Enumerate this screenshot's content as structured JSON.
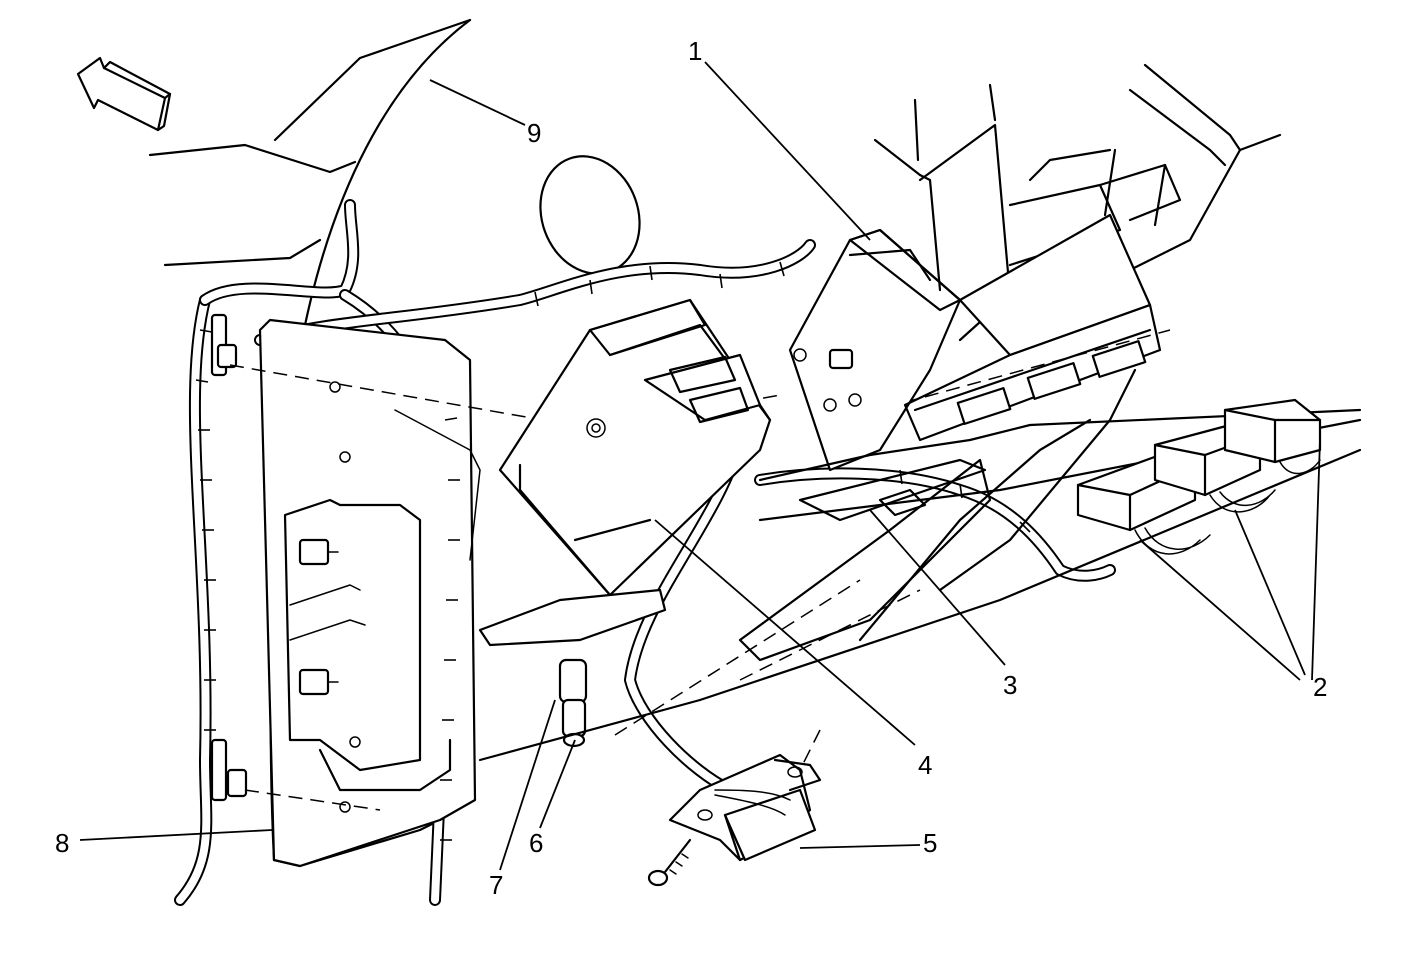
{
  "callouts": {
    "c1": "1",
    "c2": "2",
    "c3": "3",
    "c4": "4",
    "c5": "5",
    "c6": "6",
    "c7": "7",
    "c8": "8",
    "c9": "9"
  },
  "icons": {
    "direction_arrow": "forward-direction-arrow-icon"
  }
}
